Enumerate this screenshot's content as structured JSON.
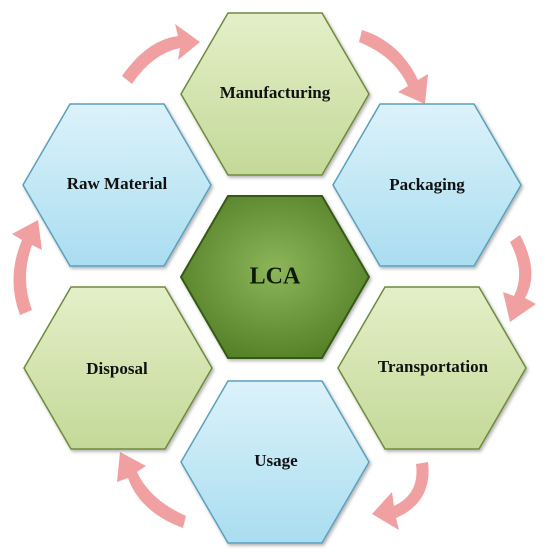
{
  "center": {
    "label": "LCA"
  },
  "stages": [
    {
      "id": "manufacturing",
      "label": "Manufacturing",
      "style": "green"
    },
    {
      "id": "packaging",
      "label": "Packaging",
      "style": "blue"
    },
    {
      "id": "transportation",
      "label": "Transportation",
      "style": "green"
    },
    {
      "id": "usage",
      "label": "Usage",
      "style": "blue"
    },
    {
      "id": "disposal",
      "label": "Disposal",
      "style": "green"
    },
    {
      "id": "raw-material",
      "label": "Raw Material",
      "style": "blue"
    }
  ],
  "colors": {
    "green_light": "#e4efc8",
    "green_mid": "#c3d998",
    "green_stroke": "#6f8a3c",
    "blue_light": "#dcf2fa",
    "blue_mid": "#a9ddf0",
    "blue_stroke": "#5b9fbf",
    "center_light": "#8db65a",
    "center_dark": "#4e7a22",
    "center_stroke": "#365a14",
    "arrow": "#f0a0a0"
  }
}
